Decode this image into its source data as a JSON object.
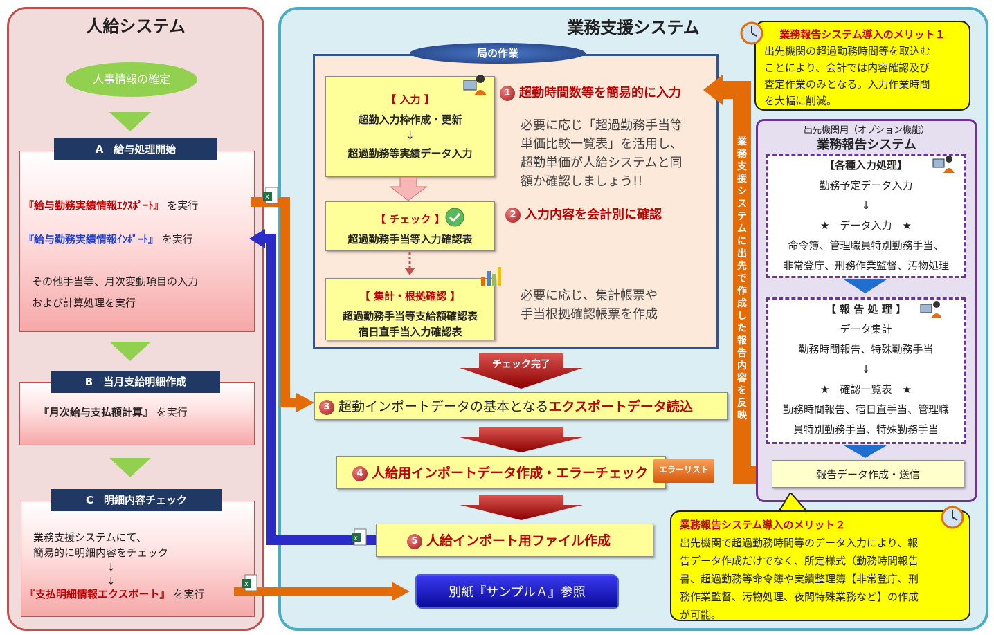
{
  "left": {
    "title": "人給システム",
    "confirm": "人事情報の確定",
    "a": {
      "header": "A　給与処理開始",
      "l1": "『給与勤務実績情報ｴｸｽﾎﾟｰﾄ』",
      "l1_suffix": "を実行",
      "l2": "『給与勤務実績情報ｲﾝﾎﾟｰﾄ』",
      "l2_suffix": "を実行",
      "l3": "その他手当等、月次変動項目の入力",
      "l4": "および計算処理を実行"
    },
    "b": {
      "header": "B　当月支給明細作成",
      "l1": "『月次給与支払額計算』",
      "l1_suffix": "を実行"
    },
    "c": {
      "header": "C　明細内容チェック",
      "l1": "業務支援システムにて、",
      "l2": "簡易的に明細内容をチェック",
      "arrow": "↓",
      "l3": "『支払明細情報エクスポート』",
      "l3_suffix": "を実行"
    }
  },
  "right": {
    "title": "業務支援システム",
    "kyoku": "局の作業",
    "box1": {
      "tag": "【 入力 】",
      "l1": "超勤入力枠作成・更新",
      "arrow": "↓",
      "l2": "超過勤務等実績データ入力"
    },
    "box2": {
      "tag": "【 チェック 】",
      "l1": "超過勤務手当等入力確認表"
    },
    "box3": {
      "tag": "【 集計・根拠確認 】",
      "l1": "超過勤務手当等支給額確認表",
      "l2": "宿日直手当入力確認表"
    },
    "step1": {
      "num": "1",
      "text": "超勤時間数等を簡易的に入力"
    },
    "note1": {
      "l1": "必要に応じ「超過勤務手当等",
      "l2": "単価比較一覧表」を活用し、",
      "l3": "超勤単価が人給システムと同",
      "l4": "額か確認しましょう!!"
    },
    "step2": {
      "num": "2",
      "text": "入力内容を会計別に確認"
    },
    "note2": {
      "l1": "必要に応じ、集計帳票や",
      "l2": "手当根拠確認帳票を作成"
    },
    "check_done": "チェック完了",
    "step3": {
      "num": "3",
      "text": "超勤インポートデータの基本となる",
      "emph": "エクスポートデータ読込"
    },
    "step4": {
      "num": "4",
      "text": "人給用インポートデータ作成・エラーチェック",
      "tag": "エラーリスト"
    },
    "step5": {
      "num": "5",
      "text": "人給インポート用ファイル作成"
    },
    "sample": "別紙『サンプルＡ』参照",
    "vertical": "業務支援システムに出先で作成した報告内容を反映"
  },
  "option": {
    "caption": "出先機関用（オプション機能）",
    "title": "業務報告システム",
    "box1": {
      "tag": "【各種入力処理】",
      "l1": "勤務予定データ入力",
      "arrow": "↓",
      "l2": "★　データ入力　★",
      "l3": "命令簿、管理職員特別勤務手当、",
      "l4": "非常登庁、刑務作業監督、汚物処理"
    },
    "box2": {
      "tag": "【 報 告 処 理 】",
      "l1": "データ集計",
      "l2": "勤務時間報告、特殊勤務手当",
      "arrow": "↓",
      "l3": "★　確認一覧表　★",
      "l4": "勤務時間報告、宿日直手当、管理職",
      "l5": "員特別勤務手当、特殊勤務手当"
    },
    "send": "報告データ作成・送信"
  },
  "merit1": {
    "title": "業務報告システム導入のメリット１",
    "l1": "出先機関の超過勤務時間等を取込む",
    "l2": "ことにより、会計では内容確認及び",
    "l3": "査定作業のみとなる。入力作業時間",
    "l4": "を大幅に削減。"
  },
  "merit2": {
    "title": "業務報告システム導入のメリット２",
    "l1": "出先機関で超過勤務時間等のデータ入力により、報",
    "l2": "告データ作成だけでなく、所定様式（勤務時間報告",
    "l3": "書、超過勤務等命令簿や実績整理簿【非常登庁、刑",
    "l4": "務作業監督、汚物処理、夜間特殊業務など】の作成",
    "l5": "が可能。"
  },
  "colors": {
    "red": "#c00000",
    "blue": "#1f3864",
    "orange": "#e36c09",
    "green": "#92d050",
    "purple": "#7030a0"
  }
}
